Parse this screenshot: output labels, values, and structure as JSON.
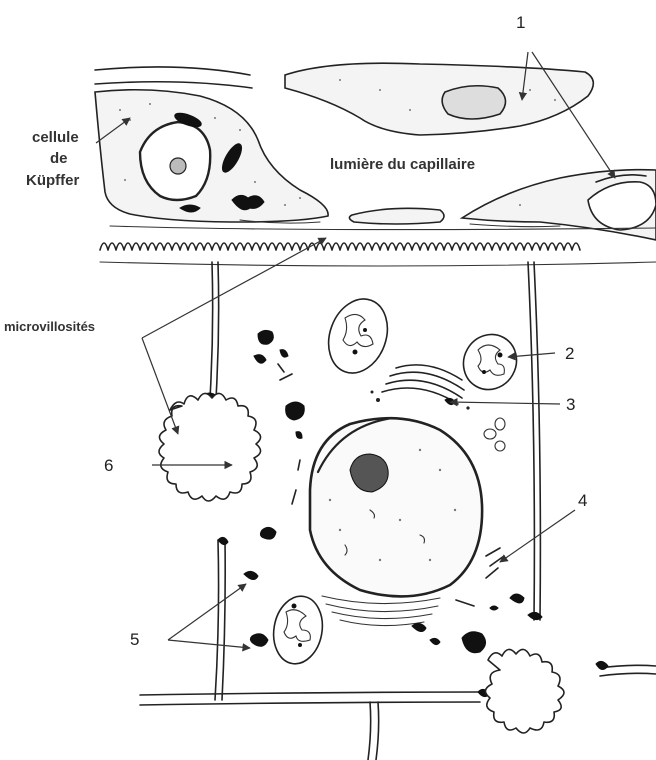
{
  "diagram": {
    "labels": {
      "kupffer_line1": "cellule",
      "kupffer_line2": "de",
      "kupffer_line3": "Küpffer",
      "capillary_lumen": "lumière du capillaire",
      "microvilli": "microvillosités"
    },
    "numbers": [
      "1",
      "2",
      "3",
      "4",
      "5",
      "6"
    ]
  }
}
